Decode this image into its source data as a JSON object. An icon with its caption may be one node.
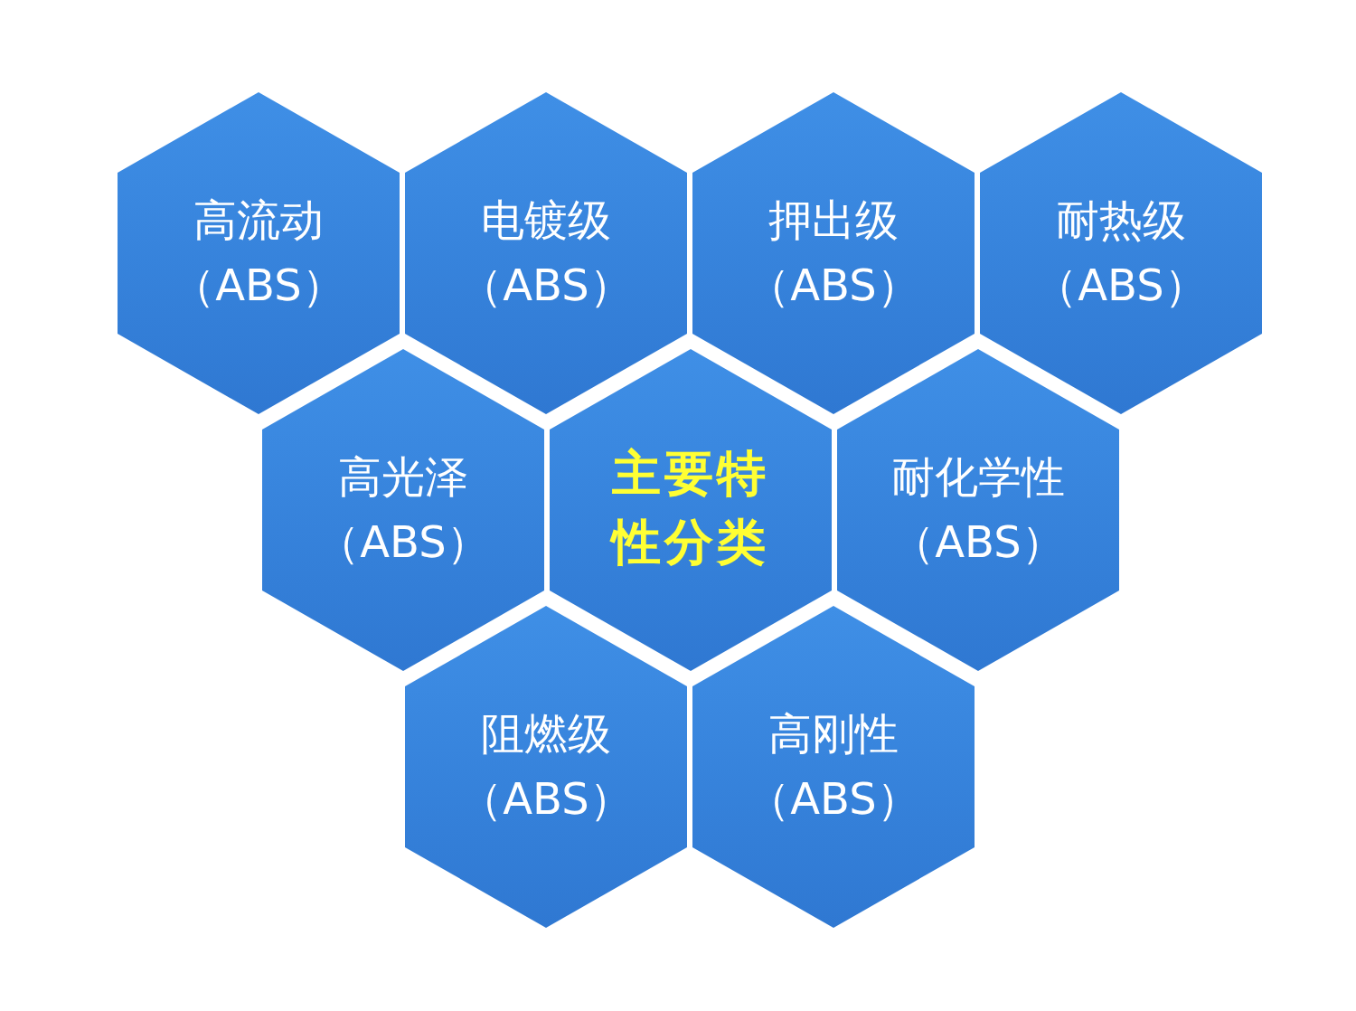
{
  "diagram": {
    "nodes": [
      {
        "text": [
          "高流动",
          "（ABS）"
        ]
      },
      {
        "text": [
          "电镀级",
          "（ABS）"
        ]
      },
      {
        "text": [
          "押出级",
          "（ABS）"
        ]
      },
      {
        "text": [
          "耐热级",
          "（ABS）"
        ]
      },
      {
        "text": [
          "高光泽",
          "（ABS）"
        ]
      },
      {
        "text": [
          "主要特性分类"
        ]
      },
      {
        "text": [
          "耐化学性",
          "（ABS）"
        ]
      },
      {
        "text": [
          "阻燃级",
          "（ABS）"
        ]
      },
      {
        "text": [
          "高刚性",
          "（ABS）"
        ]
      }
    ]
  }
}
